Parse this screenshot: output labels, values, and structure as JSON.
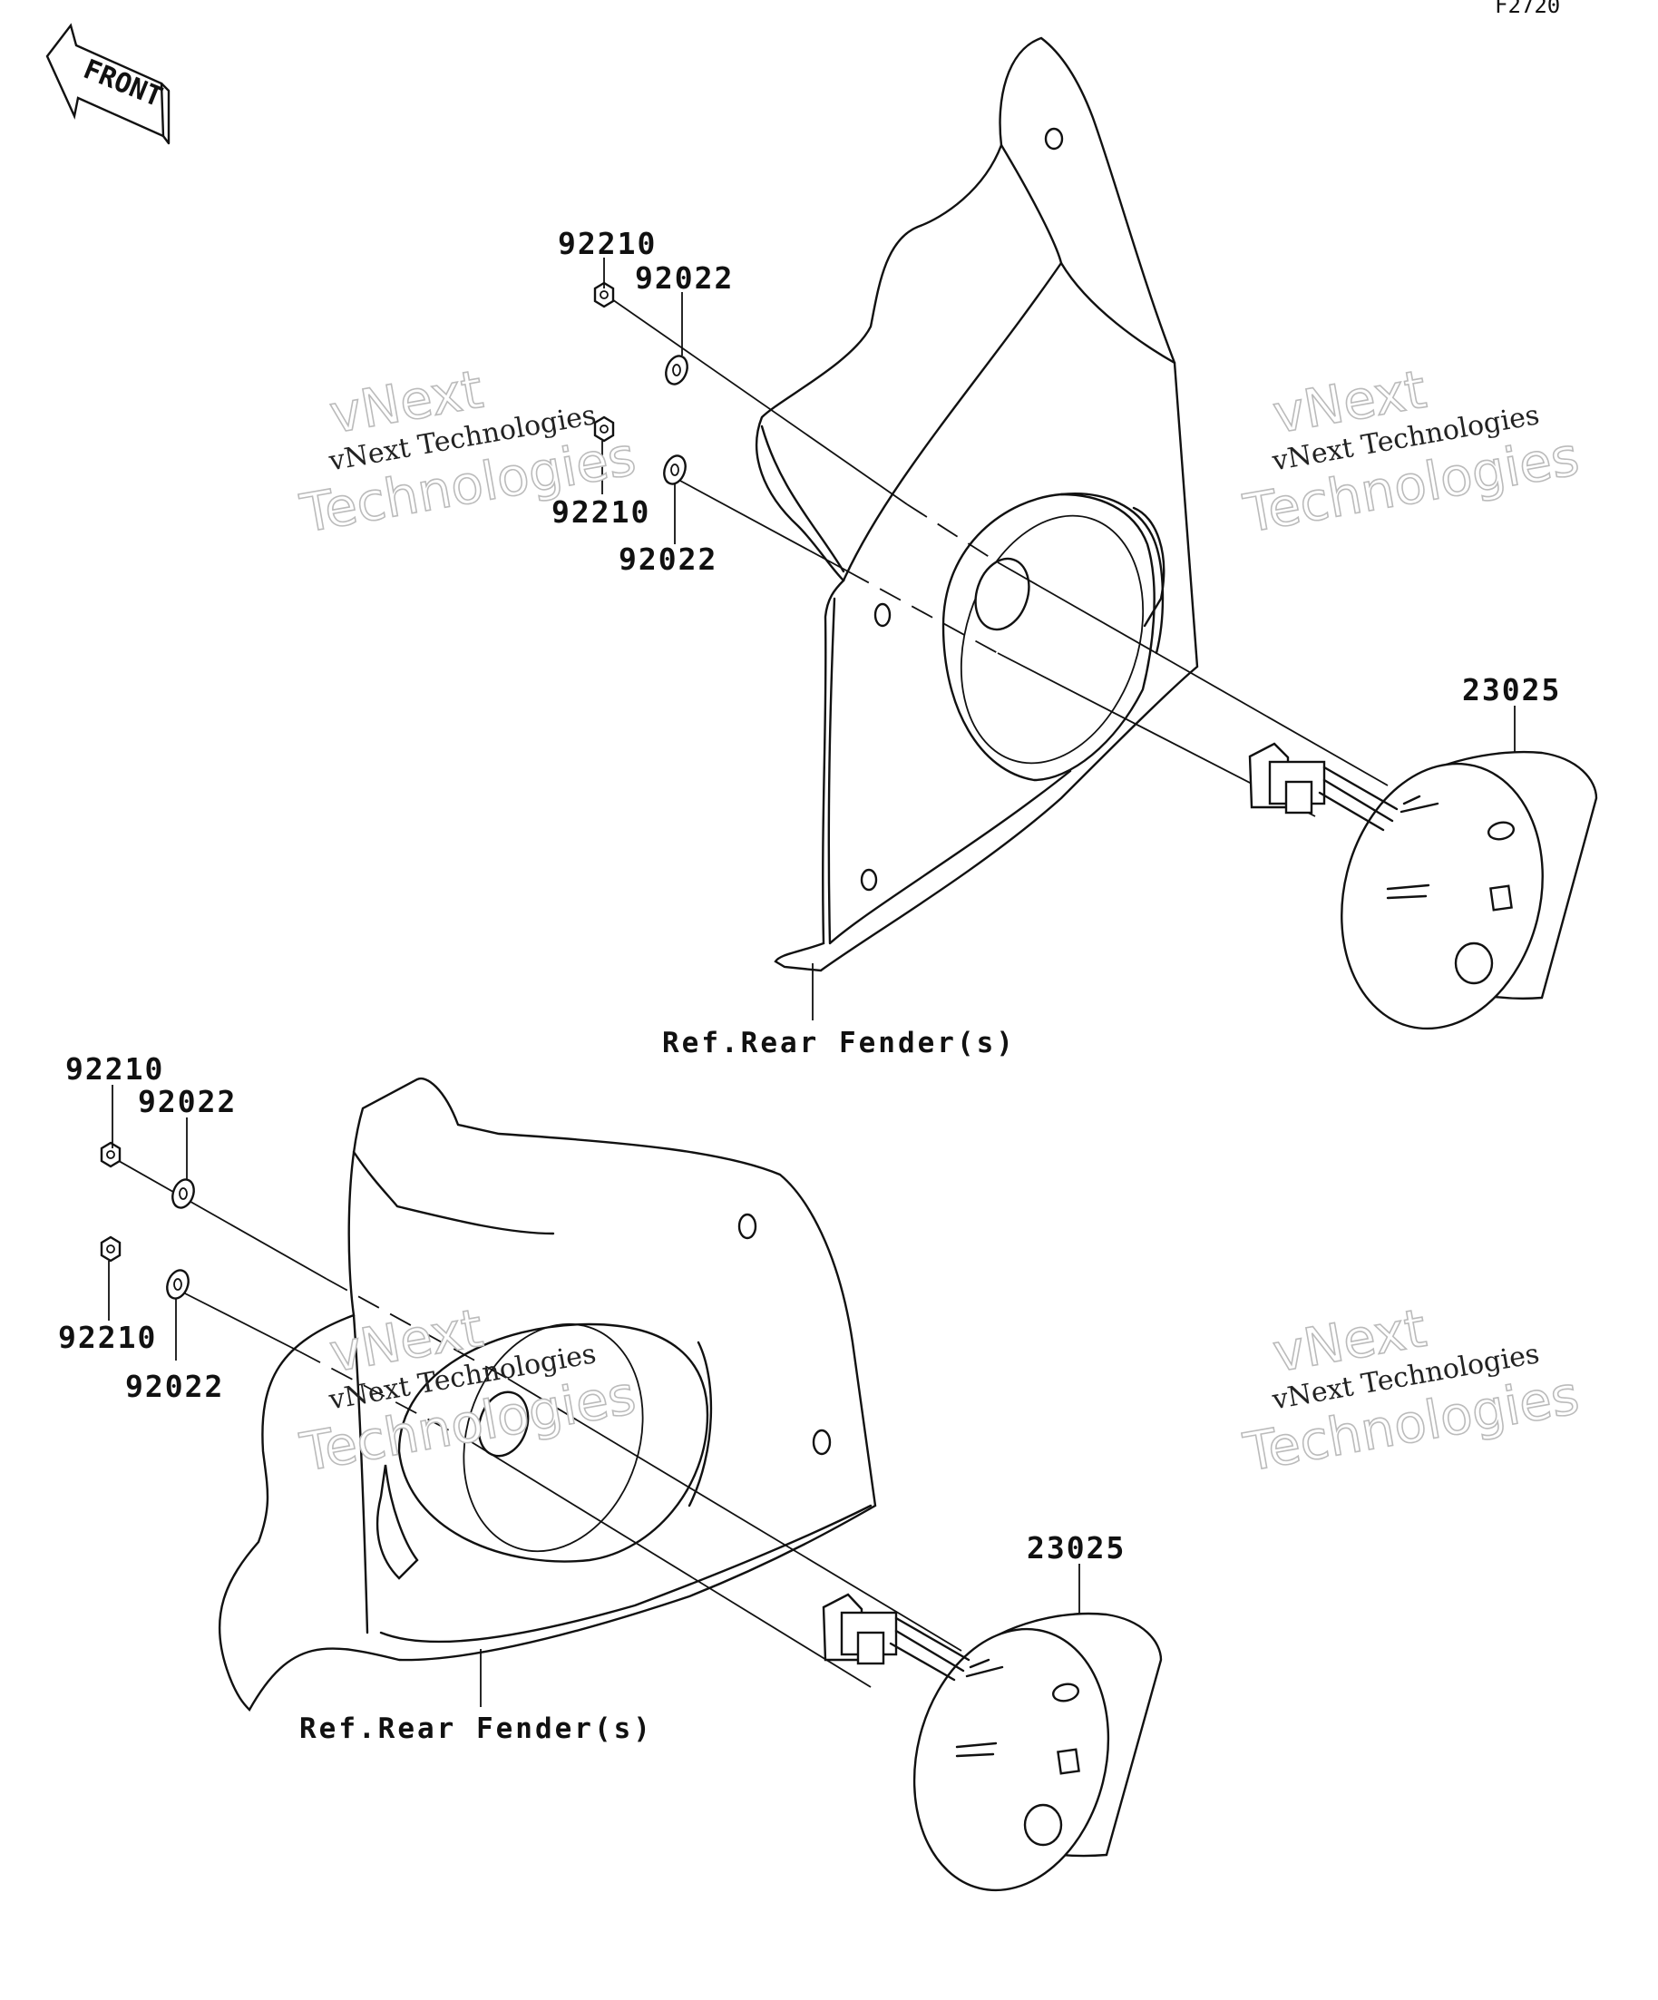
{
  "figure_code": "F2720",
  "front_label": "FRONT",
  "parts": {
    "nut": "92210",
    "washer": "92022",
    "lamp": "23025"
  },
  "reference_label": "Ref.Rear Fender(s)",
  "watermark": {
    "line1": "vNext",
    "line2": "vNext Technologies",
    "line3": "Technologies"
  }
}
